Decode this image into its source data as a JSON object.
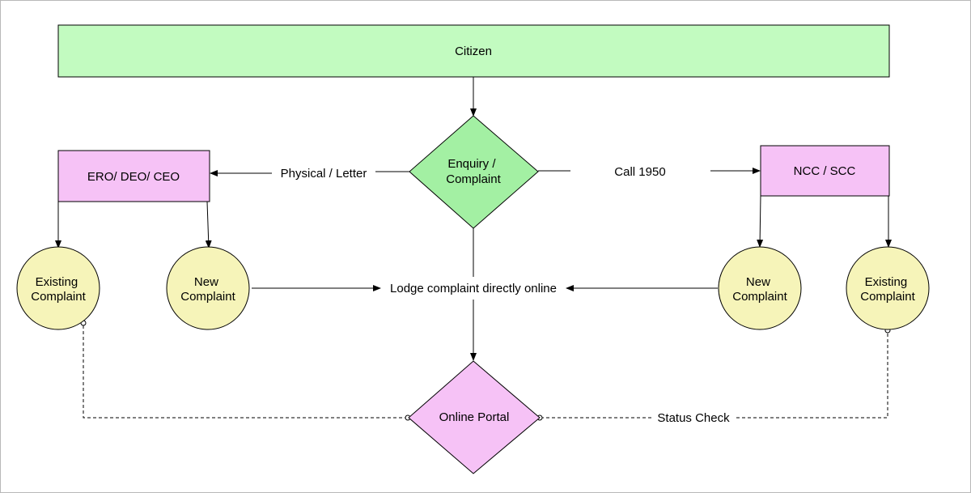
{
  "diagram": {
    "citizen": "Citizen",
    "enquiry": [
      "Enquiry /",
      "Complaint"
    ],
    "ero": "ERO/ DEO/ CEO",
    "ncc": "NCC / SCC",
    "physical_letter": "Physical / Letter",
    "call": "Call 1950",
    "left_existing": [
      "Existing",
      "Complaint"
    ],
    "left_new": [
      "New",
      "Complaint"
    ],
    "right_new": [
      "New",
      "Complaint"
    ],
    "right_existing": [
      "Existing",
      "Complaint"
    ],
    "lodge_online": "Lodge complaint directly online",
    "online_portal": "Online Portal",
    "status_check": "Status Check"
  },
  "colors": {
    "citizen_fill": "#c2fbc0",
    "enquiry_fill": "#a3f0a3",
    "office_fill": "#f6c2f6",
    "circle_fill": "#f6f4b9",
    "portal_fill": "#f6c2f6",
    "stroke": "#000000"
  }
}
